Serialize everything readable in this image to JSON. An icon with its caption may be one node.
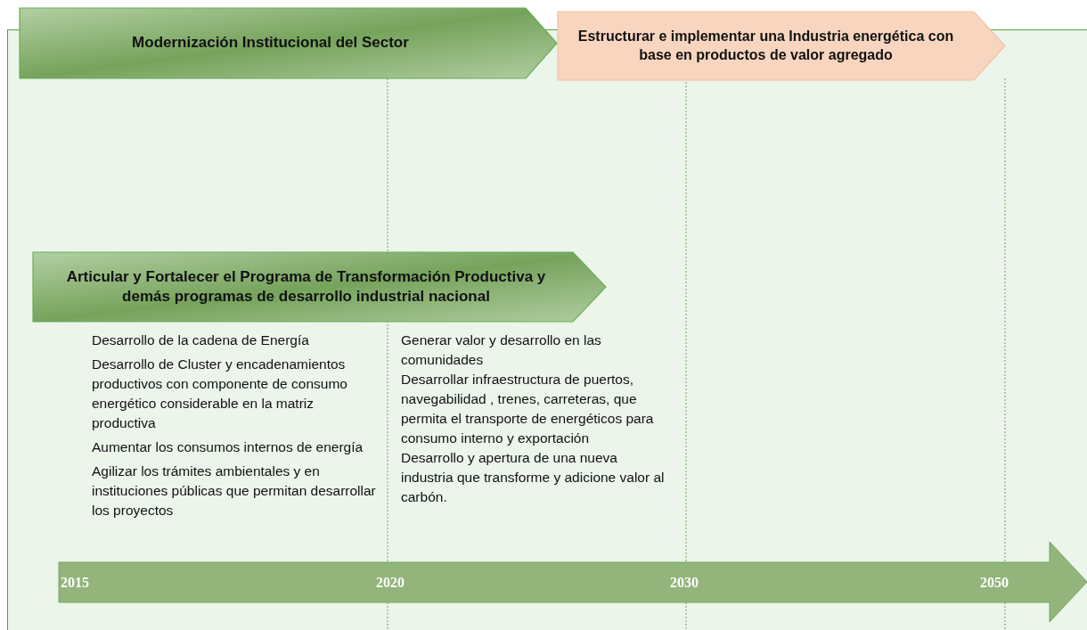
{
  "diagram": {
    "nodes": [
      {
        "text": [
          "Modernización Institucional del Sector"
        ]
      },
      {
        "text": [
          "Estructurar e implementar una Industria energética con base en  productos de valor agregado"
        ]
      },
      {
        "text": [
          "Articular y Fortalecer el Programa de Transformación Productiva y demás programas de desarrollo industrial nacional"
        ]
      }
    ],
    "labels": [
      "Desarrollo de la cadena de Energía",
      "Desarrollo de Cluster  y encadenamientos productivos con componente de consumo energético considerable en la matriz productiva",
      "Aumentar los consumos internos de energía",
      "Agilizar los trámites ambientales y en instituciones públicas que permitan desarrollar los proyectos",
      "Generar valor y desarrollo en las comunidades",
      "Desarrollar infraestructura de puertos, navegabilidad , trenes, carreteras, que permita el transporte de energéticos para consumo interno y exportación",
      "Desarrollo y apertura de una nueva industria que transforme y adicione valor al carbón.",
      "2015",
      "2020",
      "2030",
      "2050"
    ]
  }
}
